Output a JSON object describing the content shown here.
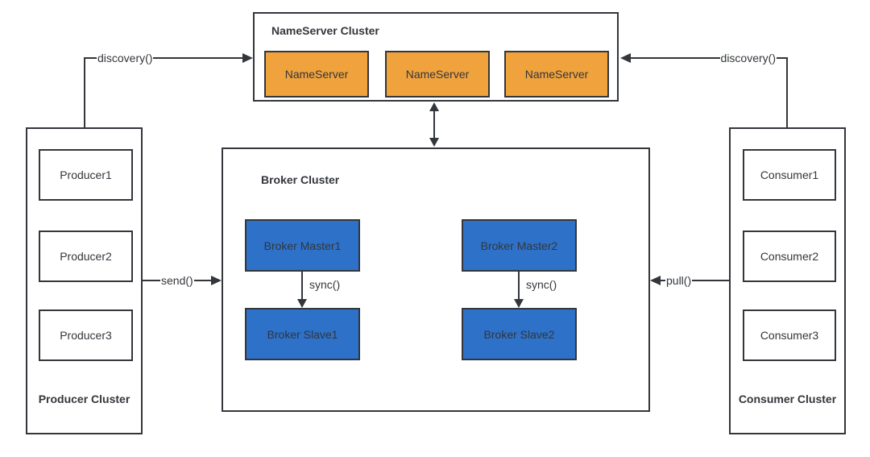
{
  "diagram": {
    "nameserver_cluster": {
      "title": "NameServer Cluster",
      "nodes": [
        "NameServer",
        "NameServer",
        "NameServer"
      ]
    },
    "broker_cluster": {
      "title": "Broker Cluster",
      "groups": [
        {
          "master": "Broker Master1",
          "slave": "Broker Slave1",
          "sync_label": "sync()"
        },
        {
          "master": "Broker Master2",
          "slave": "Broker Slave2",
          "sync_label": "sync()"
        }
      ]
    },
    "producer_cluster": {
      "title": "Producer Cluster",
      "nodes": [
        "Producer1",
        "Producer2",
        "Producer3"
      ]
    },
    "consumer_cluster": {
      "title": "Consumer Cluster",
      "nodes": [
        "Consumer1",
        "Consumer2",
        "Consumer3"
      ]
    },
    "edges": {
      "discovery_left": "discovery()",
      "discovery_right": "discovery()",
      "send": "send()",
      "pull": "pull()"
    },
    "colors": {
      "nameserver_fill": "#F0A23D",
      "broker_fill": "#2E71C8",
      "line": "#33363B",
      "background": "#FFFFFF"
    }
  }
}
